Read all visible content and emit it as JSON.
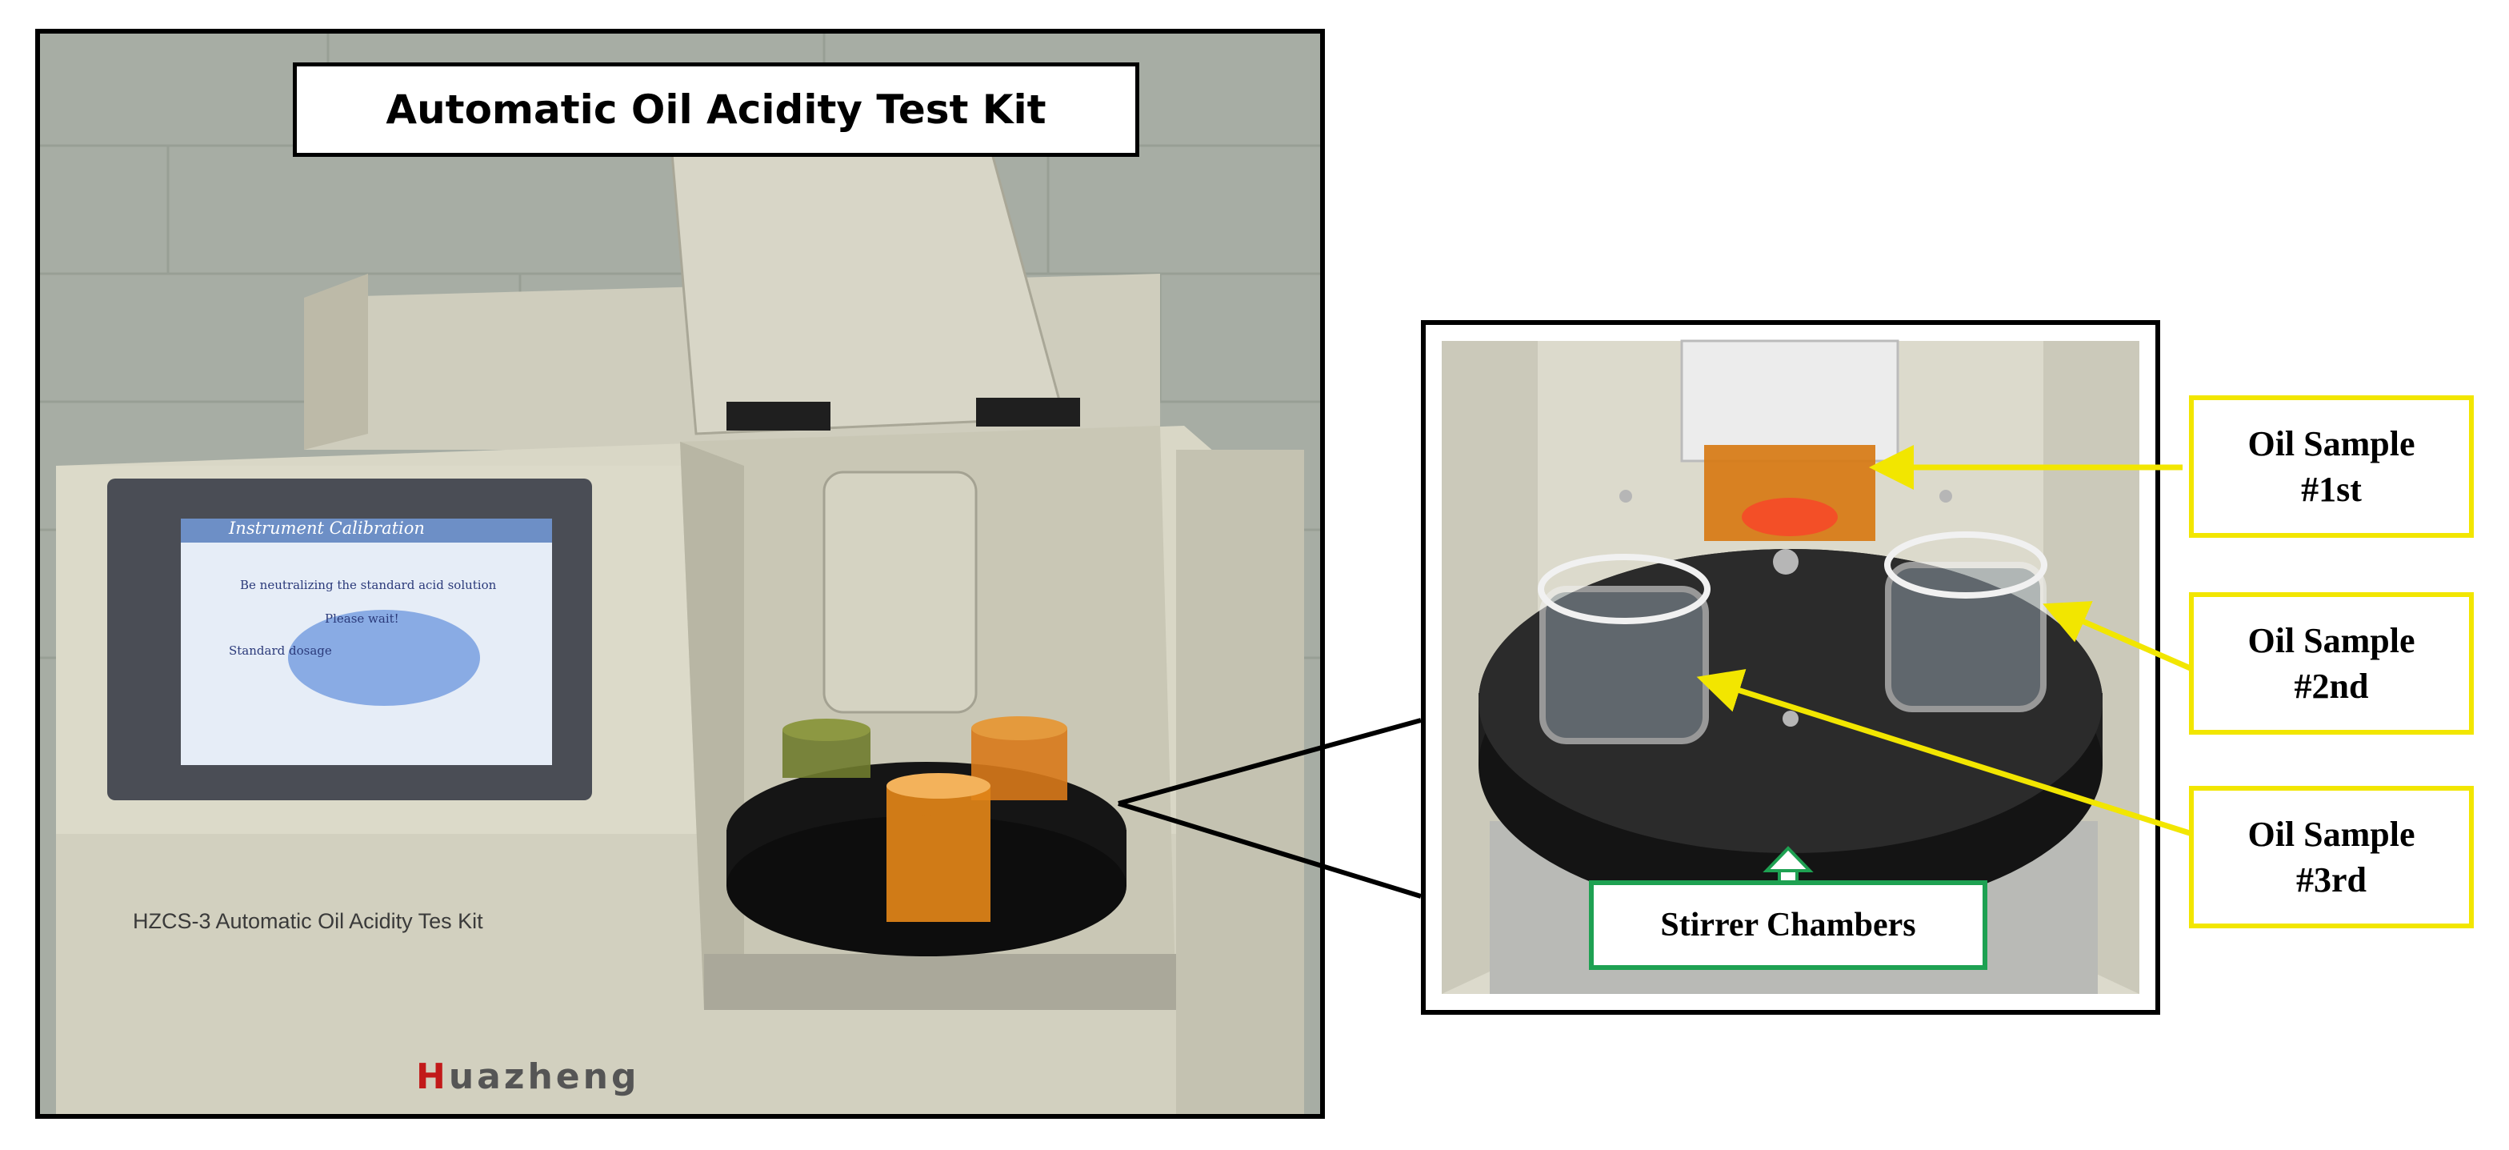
{
  "title": "Automatic Oil Acidity Test Kit",
  "device": {
    "screen_title": "Instrument Calibration",
    "screen_status": "Be neutralizing the standard acid solution",
    "screen_wait": "Please wait!",
    "screen_field": "Standard dosage",
    "model_label": "HZCS-3 Automatic Oil Acidity Tes Kit",
    "brand_initial": "H",
    "brand_rest": "uazheng"
  },
  "callouts": [
    {
      "line1": "Oil Sample",
      "line2": "#1st"
    },
    {
      "line1": "Oil Sample",
      "line2": "#2nd"
    },
    {
      "line1": "Oil Sample",
      "line2": "#3rd"
    }
  ],
  "stirrer_label": "Stirrer Chambers",
  "colors": {
    "callout_border": "#f2e600",
    "arrow": "#f2e600",
    "stirrer_border": "#1ea152",
    "stirrer_arrow": "#1ea152"
  }
}
